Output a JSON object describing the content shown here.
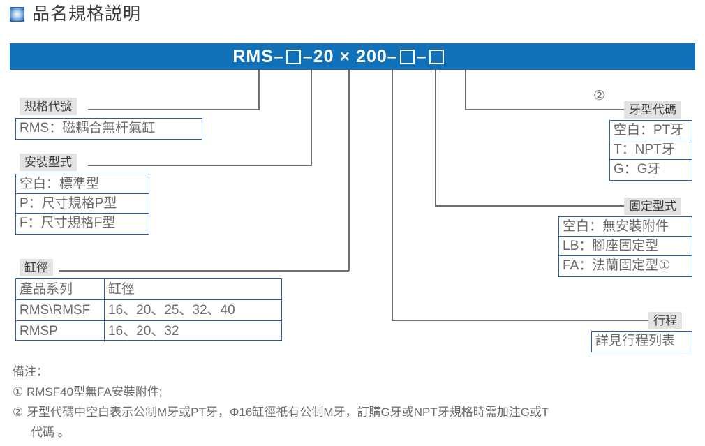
{
  "header": {
    "icon": "blue-square-bullet",
    "title": "品名規格説明"
  },
  "model_bar": {
    "prefix": "RMS",
    "dash1": "–",
    "box1": "□",
    "dash2": "–",
    "bore": "20",
    "times": "×",
    "stroke": "200",
    "dash3": "–",
    "box2": "□",
    "dash4": "–",
    "box3": "□",
    "full_code": "RMS-□-20 × 200-□-□",
    "bg_color": "#1070b8"
  },
  "left_sections": [
    {
      "caption": "規格代號",
      "rows": [
        "RMS：磁耦合無杆氣缸"
      ]
    },
    {
      "caption": "安裝型式",
      "rows": [
        "空白：標準型",
        "P：尺寸規格P型",
        "F：尺寸規格F型"
      ]
    }
  ],
  "bore_section": {
    "caption": "缸徑",
    "headers": [
      "產品系列",
      "缸徑"
    ],
    "rows": [
      [
        "RMS\\RMSF",
        "16、20、25、32、40"
      ],
      [
        "RMSP",
        "16、20、32"
      ]
    ]
  },
  "right_sections": [
    {
      "caption": "牙型代碼",
      "marker": "②",
      "rows": [
        "空白：PT牙",
        "T：NPT牙",
        "G：G牙"
      ]
    },
    {
      "caption": "固定型式",
      "rows": [
        "空白：無安裝附件",
        "LB：腳座固定型",
        "FA：法蘭固定型①"
      ]
    },
    {
      "caption": "行程",
      "rows": [
        "詳見行程列表"
      ]
    }
  ],
  "notes": {
    "title": "備注：",
    "items": [
      "① RMSF40型無FA安裝附件;",
      "② 牙型代碼中空白表示公制M牙或PT牙，Φ16缸徑祇有公制M牙，訂購G牙或NPT牙規格時需加注G或T",
      "代碼 。"
    ]
  },
  "colors": {
    "header_blue": "#1070b8",
    "box_border": "#2a5fa8",
    "caption_bg": "#e2e2e2",
    "text": "#6a6b6d",
    "leader": "#6f7072"
  }
}
